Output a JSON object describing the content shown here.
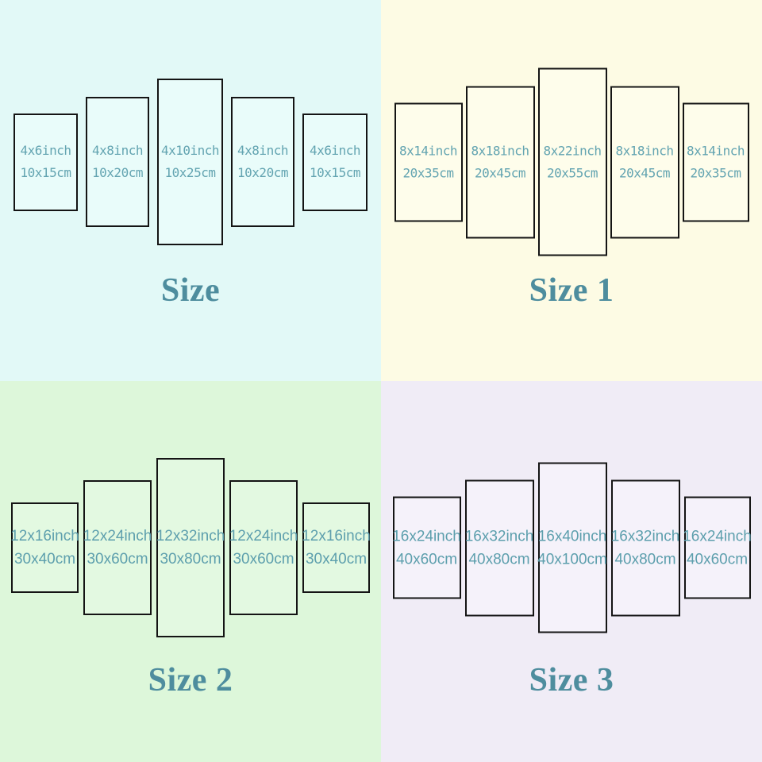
{
  "image_type": "five-panel canvas wall-art size chart, four size options",
  "colors": {
    "quadrant_backgrounds": [
      "#e2f9f7",
      "#fdfbe4",
      "#ddf7da",
      "#f0ecf6"
    ],
    "panel_fills": [
      "#e9fcfa",
      "#fefdeb",
      "#e3f9e1",
      "#f5f2fa"
    ],
    "panel_border": "#141414",
    "label_text": "#63a4b1",
    "title_text": "#4e8d9e"
  },
  "quadrants": [
    {
      "title": "Size",
      "panels": [
        {
          "inch": "4x6inch",
          "cm": "10x15cm"
        },
        {
          "inch": "4x8inch",
          "cm": "10x20cm"
        },
        {
          "inch": "4x10inch",
          "cm": "10x25cm"
        },
        {
          "inch": "4x8inch",
          "cm": "10x20cm"
        },
        {
          "inch": "4x6inch",
          "cm": "10x15cm"
        }
      ]
    },
    {
      "title": "Size 1",
      "panels": [
        {
          "inch": "8x14inch",
          "cm": "20x35cm"
        },
        {
          "inch": "8x18inch",
          "cm": "20x45cm"
        },
        {
          "inch": "8x22inch",
          "cm": "20x55cm"
        },
        {
          "inch": "8x18inch",
          "cm": "20x45cm"
        },
        {
          "inch": "8x14inch",
          "cm": "20x35cm"
        }
      ]
    },
    {
      "title": "Size 2",
      "panels": [
        {
          "inch": "12x16inch",
          "cm": "30x40cm"
        },
        {
          "inch": "12x24inch",
          "cm": "30x60cm"
        },
        {
          "inch": "12x32inch",
          "cm": "30x80cm"
        },
        {
          "inch": "12x24inch",
          "cm": "30x60cm"
        },
        {
          "inch": "12x16inch",
          "cm": "30x40cm"
        }
      ]
    },
    {
      "title": "Size 3",
      "panels": [
        {
          "inch": "16x24inch",
          "cm": "40x60cm"
        },
        {
          "inch": "16x32inch",
          "cm": "40x80cm"
        },
        {
          "inch": "16x40inch",
          "cm": "40x100cm"
        },
        {
          "inch": "16x32inch",
          "cm": "40x80cm"
        },
        {
          "inch": "16x24inch",
          "cm": "40x60cm"
        }
      ]
    }
  ]
}
